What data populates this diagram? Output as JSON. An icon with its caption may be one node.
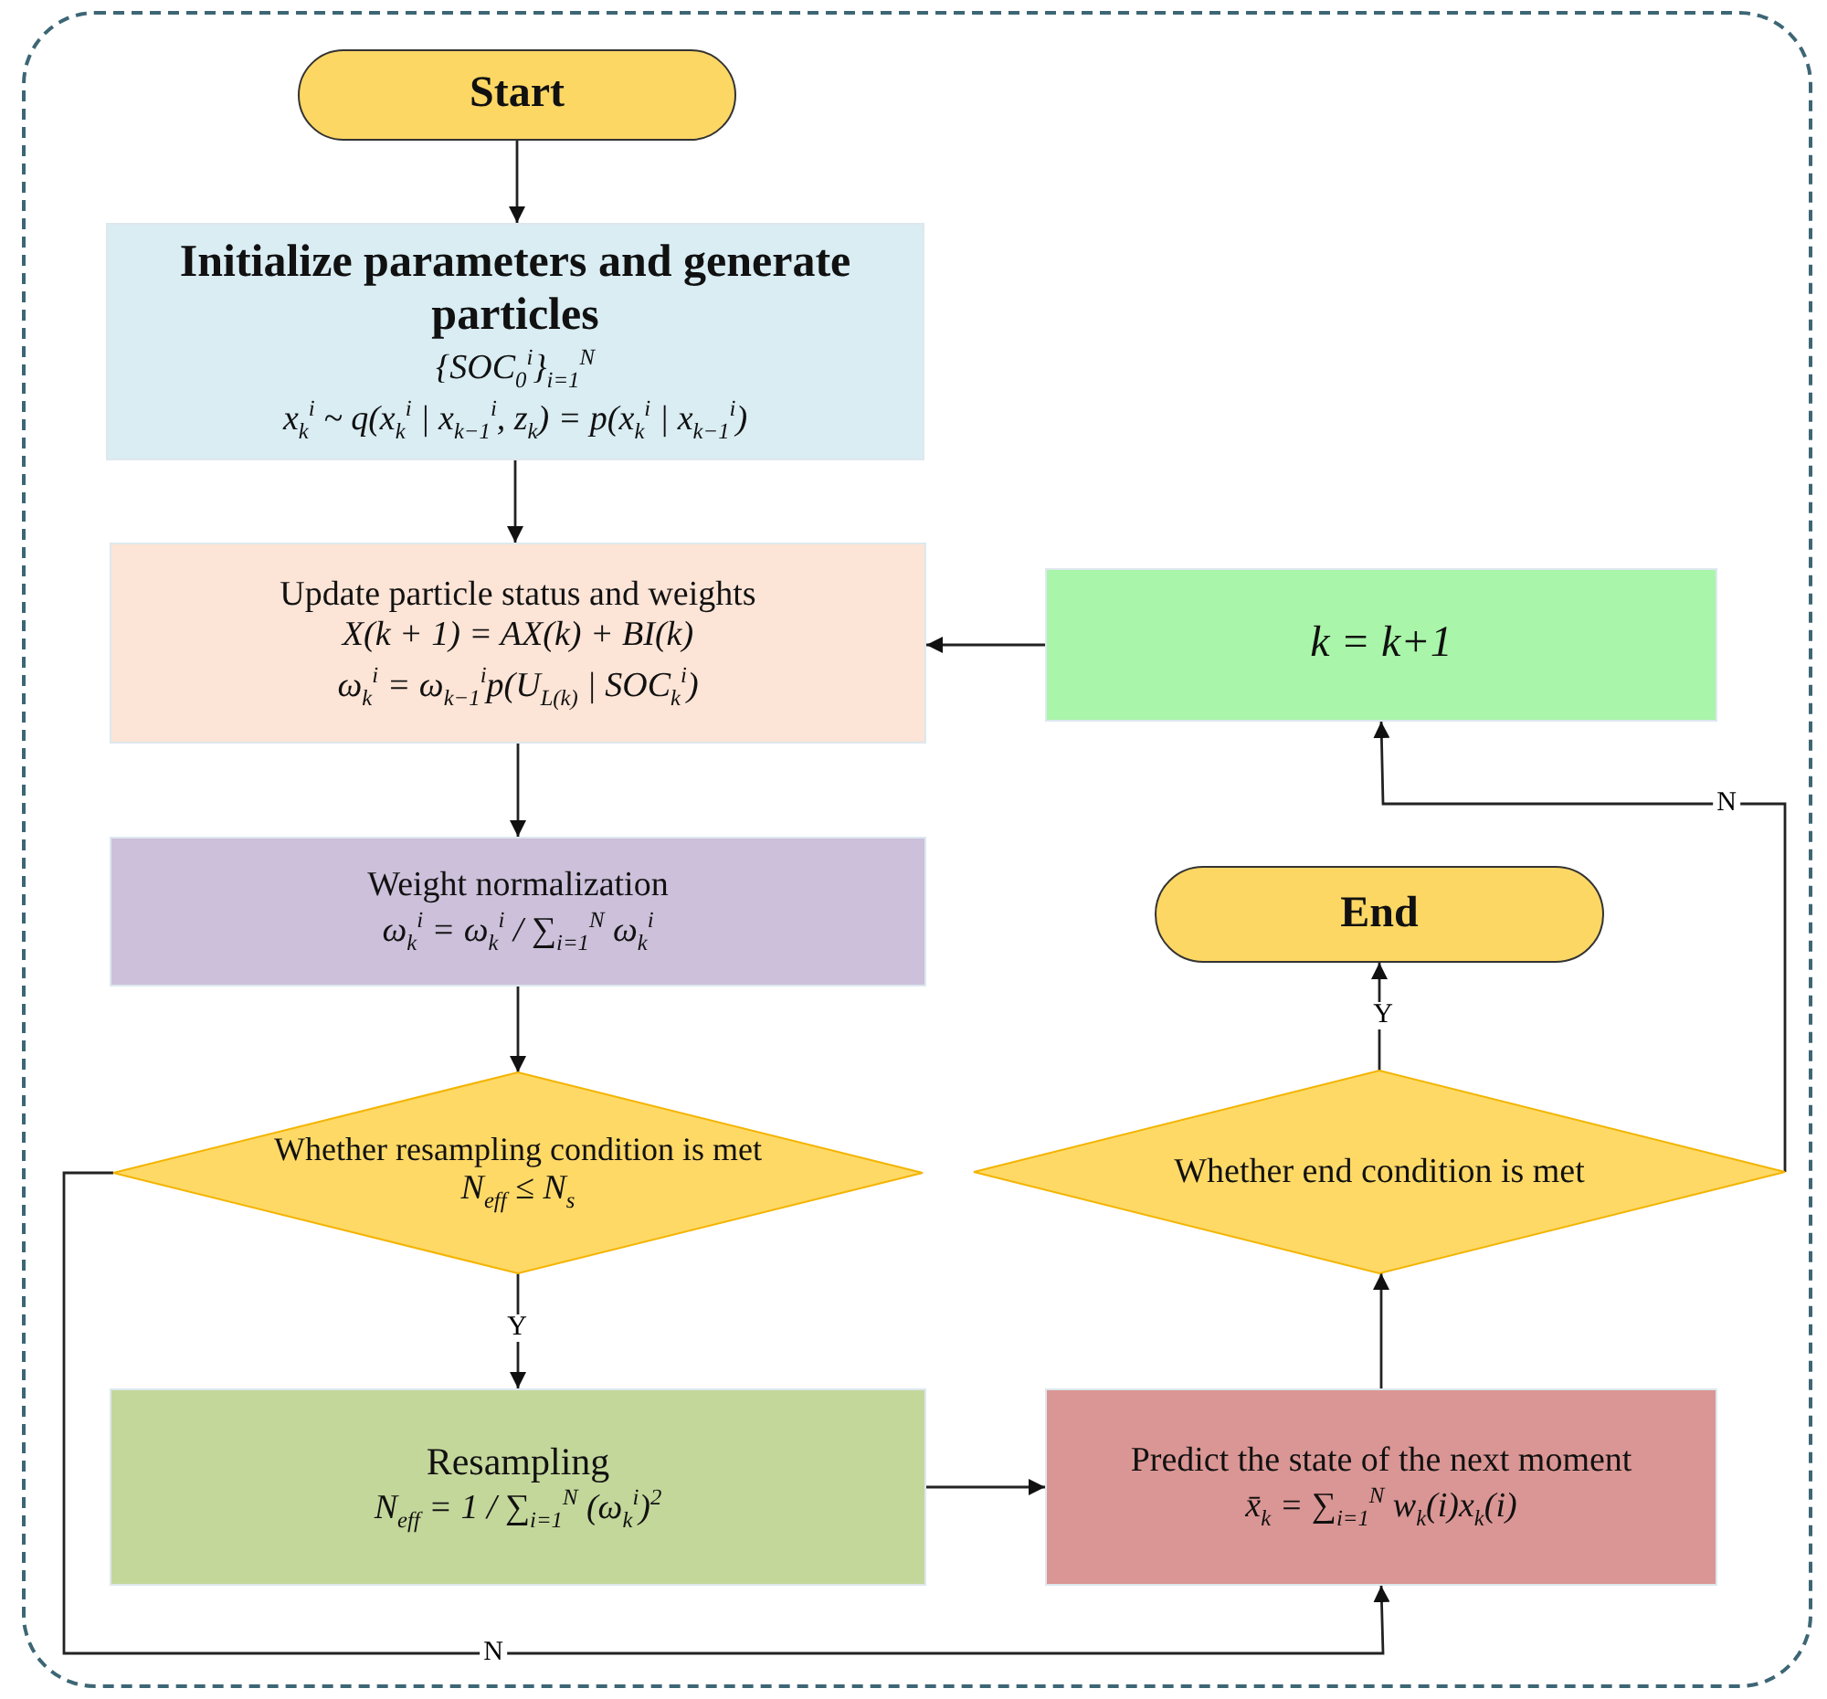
{
  "diagram": {
    "nodes": [
      {
        "text": [
          "Start"
        ]
      },
      {
        "text": [
          "Initialize parameters and generate particles",
          "{SOC$_{0}$$^{i}$}$_{i=1}$$^{N}$",
          "x$_{k}$$^{i}$ ~ q(x$_{k}$$^{i}$ | x$_{k−1}$$^{i}$, z$_{k}$) = p(x$_{k}$$^{i}$ | x$_{k−1}$$^{i}$)"
        ]
      },
      {
        "text": [
          "Update particle status and weights",
          "X(k + 1) = AX(k) + BI(k)",
          "ω$_{k}$$^{i}$ = ω$_{k−1}$$^{i}$p(U$_{L(k)}$ | SOC$_{k}$$^{i}$)"
        ]
      },
      {
        "text": [
          "Weight normalization",
          "ω$_{k}$$^{i}$ = ω$_{k}$$^{i}$ / ∑$_{i=1}$$^{N}$ ω$_{k}$$^{i}$"
        ]
      },
      {
        "text": [
          "Whether resampling condition is met",
          "N$_{eff}$ ≤ N$_{s}$"
        ]
      },
      {
        "text": [
          "Resampling",
          "N$_{eff}$ = 1 / ∑$_{i=1}$$^{N}$ (ω$_{k}$$^{i}$)$^{2}$"
        ]
      },
      {
        "text": [
          "Predict the state of the next moment",
          "x̄$_{k}$ = ∑$_{i=1}$$^{N}$ w$_{k}$(i)x$_{k}$(i)"
        ]
      },
      {
        "text": [
          "Whether end condition is met"
        ]
      },
      {
        "text": [
          "End"
        ]
      },
      {
        "text": [
          "k = k+1"
        ]
      }
    ],
    "edges": [
      {
        "from": 0,
        "to": 1,
        "arrow": "to"
      },
      {
        "from": 1,
        "to": 2,
        "arrow": "to"
      },
      {
        "from": 2,
        "to": 3,
        "arrow": "to"
      },
      {
        "from": 3,
        "to": 4,
        "arrow": "to"
      },
      {
        "from": 4,
        "to": 5,
        "arrow": "to",
        "label": "Y"
      },
      {
        "from": 4,
        "to": 6,
        "arrow": "to",
        "label": "N"
      },
      {
        "from": 5,
        "to": 6,
        "arrow": "to"
      },
      {
        "from": 6,
        "to": 7,
        "arrow": "to"
      },
      {
        "from": 7,
        "to": 8,
        "arrow": "to",
        "label": "Y"
      },
      {
        "from": 7,
        "to": 9,
        "arrow": "to",
        "label": "N"
      },
      {
        "from": 9,
        "to": 2,
        "arrow": "to"
      }
    ]
  }
}
